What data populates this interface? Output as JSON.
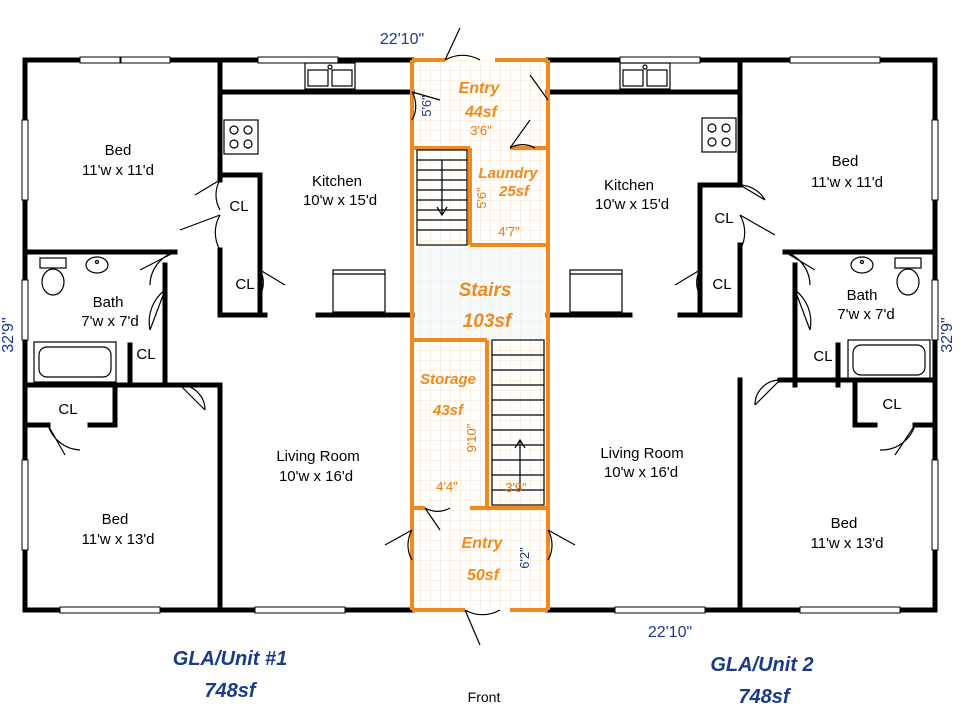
{
  "dimensions": {
    "top_width": "22'10\"",
    "bottom_width": "22'10\"",
    "left_depth": "32'9\"",
    "right_depth": "32'9\""
  },
  "unit1": {
    "bed_top": {
      "name": "Bed",
      "size": "11'w x 11'd"
    },
    "kitchen": {
      "name": "Kitchen",
      "size": "10'w x 15'd"
    },
    "bath": {
      "name": "Bath",
      "size": "7'w x 7'd"
    },
    "living": {
      "name": "Living Room",
      "size": "10'w x 16'd"
    },
    "bed_bottom": {
      "name": "Bed",
      "size": "11'w x 13'd"
    },
    "closet_label": "CL",
    "gla_title": "GLA/Unit #1",
    "gla_area": "748sf"
  },
  "unit2": {
    "bed_top": {
      "name": "Bed",
      "size": "11'w x 11'd"
    },
    "kitchen": {
      "name": "Kitchen",
      "size": "10'w x 15'd"
    },
    "bath": {
      "name": "Bath",
      "size": "7'w x 7'd"
    },
    "living": {
      "name": "Living Room",
      "size": "10'w x 16'd"
    },
    "bed_bottom": {
      "name": "Bed",
      "size": "11'w x 13'd"
    },
    "closet_label": "CL",
    "gla_title": "GLA/Unit 2",
    "gla_area": "748sf"
  },
  "common": {
    "entry_top": {
      "name": "Entry",
      "area": "44sf",
      "width": "3'6\"",
      "depth": "5'6\""
    },
    "laundry": {
      "name": "Laundry",
      "area": "25sf",
      "depth": "5'6\"",
      "width": "4'7\""
    },
    "stairs": {
      "name": "Stairs",
      "area": "103sf"
    },
    "storage": {
      "name": "Storage",
      "area": "43sf",
      "depth": "9'10\"",
      "width": "4'4\""
    },
    "stair_width": "3'9\"",
    "entry_bottom": {
      "name": "Entry",
      "area": "50sf",
      "depth": "6'2\""
    }
  },
  "front_label": "Front",
  "colors": {
    "wall": "#000000",
    "common_outline": "#f08a1c",
    "common_text": "#f08a1c",
    "dimension_text": "#1a3a8a",
    "grid": "#f6c99a"
  }
}
